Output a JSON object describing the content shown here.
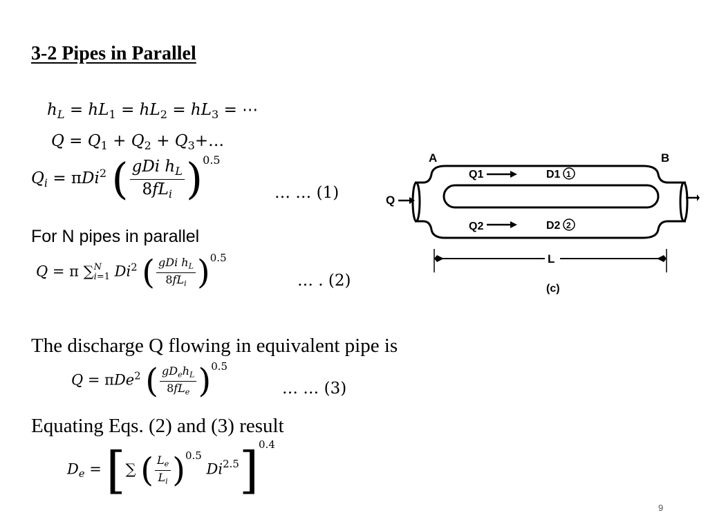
{
  "slide": {
    "title": "3-2 Pipes in Parallel",
    "page_number": "9"
  },
  "equations": {
    "head_loss": "h_L = hL_1 = hL_2 = hL_3 = ⋯",
    "discharge_sum": "Q = Q_1 + Q_2 + Q_3+…",
    "eq1_label": "… … (1)",
    "eq2_label": "… . (2)",
    "eq3_label": "… … (3)",
    "exp_half": "0.5",
    "exp_04": "0.4",
    "exp_25": "2.5"
  },
  "text": {
    "n_pipes": "For N pipes in parallel",
    "equivalent_pipe": "The discharge Q flowing in equivalent pipe is",
    "equating": "Equating Eqs. (2) and (3) result"
  },
  "figure": {
    "label_a": "A",
    "label_b": "B",
    "label_q": "Q",
    "label_q1": "Q1",
    "label_q2": "Q2",
    "label_d1": "D1",
    "label_d2": "D2",
    "circle1": "1",
    "circle2": "2",
    "label_l": "L",
    "caption": "(c)"
  }
}
